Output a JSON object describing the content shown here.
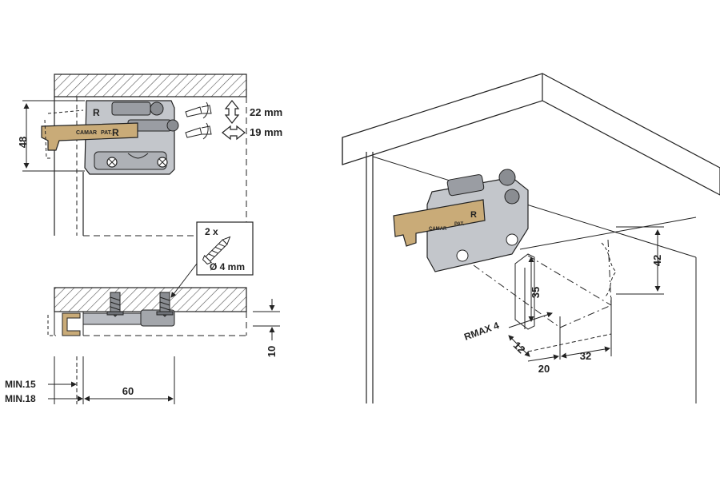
{
  "callouts": {
    "vertical_adjust": "22 mm",
    "horizontal_adjust": "19 mm",
    "bracket_height": "48"
  },
  "screw_box": {
    "qty": "2 x",
    "diameter": "Ø 4 mm"
  },
  "side_view": {
    "gap": "10",
    "min_15": "MIN.15",
    "min_18": "MIN.18",
    "spacing_60": "60"
  },
  "iso_view": {
    "dim_42": "42",
    "dim_35": "35",
    "rmax": "RMAX 4",
    "dim_12": "12",
    "dim_20": "20",
    "dim_32": "32"
  },
  "bracket_marks": {
    "side_R": "R",
    "part_text": "PAT.",
    "brand": "CAMAR"
  },
  "colors": {
    "line": "#222222",
    "hatch": "#555555",
    "bracket_steel": "#b9bcc2",
    "bracket_brass": "#c9ab78",
    "screw_steel": "#8a8d92"
  }
}
